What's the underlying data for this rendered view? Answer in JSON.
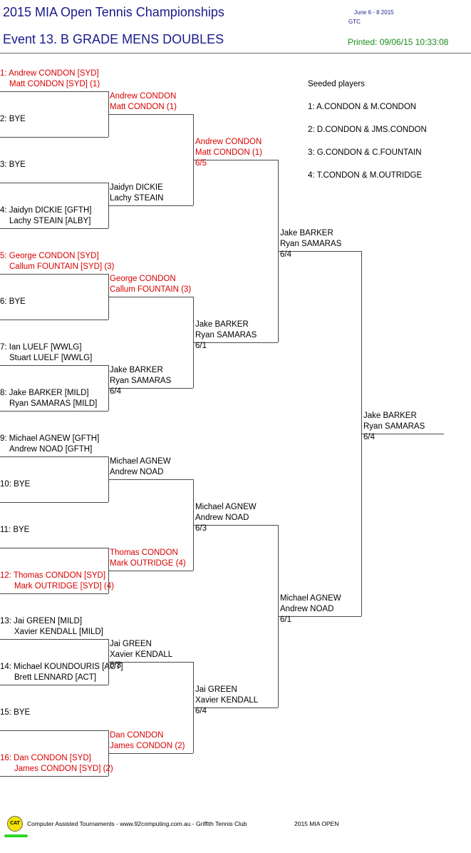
{
  "header": {
    "title": "2015 MIA Open Tennis Championships",
    "event": "Event 13. B GRADE MENS DOUBLES",
    "dates": "June 6 - 8  2015",
    "venue": "GTC",
    "printed": "Printed: 09/06/15 10:33:08"
  },
  "seeds": {
    "heading": "Seeded players",
    "items": [
      "1: A.CONDON & M.CONDON",
      "2: D.CONDON & JMS.CONDON",
      "3: G.CONDON & C.FOUNTAIN",
      "4: T.CONDON & M.OUTRIDGE"
    ]
  },
  "draw": [
    {
      "line1": "1: Andrew CONDON [SYD]",
      "line2": "Matt CONDON [SYD] (1)",
      "seeded": true
    },
    {
      "line1": "2: BYE",
      "line2": "",
      "seeded": false
    },
    {
      "line1": "3: BYE",
      "line2": "",
      "seeded": false
    },
    {
      "line1": "4: Jaidyn DICKIE [GFTH]",
      "line2": "Lachy STEAIN [ALBY]",
      "seeded": false
    },
    {
      "line1": "5: George CONDON [SYD]",
      "line2": "Callum FOUNTAIN [SYD] (3)",
      "seeded": true
    },
    {
      "line1": "6: BYE",
      "line2": "",
      "seeded": false
    },
    {
      "line1": "7: Ian LUELF [WWLG]",
      "line2": "Stuart LUELF [WWLG]",
      "seeded": false
    },
    {
      "line1": "8: Jake BARKER [MILD]",
      "line2": "Ryan SAMARAS [MILD]",
      "seeded": false
    },
    {
      "line1": "9: Michael AGNEW [GFTH]",
      "line2": "Andrew NOAD [GFTH]",
      "seeded": false
    },
    {
      "line1": "10: BYE",
      "line2": "",
      "seeded": false
    },
    {
      "line1": "11: BYE",
      "line2": "",
      "seeded": false
    },
    {
      "line1": "12: Thomas CONDON [SYD]",
      "line2": "Mark OUTRIDGE [SYD] (4)",
      "seeded": true
    },
    {
      "line1": "13: Jai GREEN [MILD]",
      "line2": "Xavier KENDALL [MILD]",
      "seeded": false
    },
    {
      "line1": "14: Michael KOUNDOURIS [ACT]",
      "line2": "Brett LENNARD [ACT]",
      "seeded": false
    },
    {
      "line1": "15: BYE",
      "line2": "",
      "seeded": false
    },
    {
      "line1": "16: Dan CONDON [SYD]",
      "line2": "James CONDON [SYD] (2)",
      "seeded": true
    }
  ],
  "round2": [
    {
      "line1": "Andrew CONDON",
      "line2": "Matt CONDON (1)",
      "score": "",
      "seeded": true
    },
    {
      "line1": "Jaidyn DICKIE",
      "line2": "Lachy STEAIN",
      "score": "",
      "seeded": false
    },
    {
      "line1": "George CONDON",
      "line2": "Callum FOUNTAIN (3)",
      "score": "",
      "seeded": true
    },
    {
      "line1": "Jake BARKER",
      "line2": "Ryan SAMARAS",
      "score": "6/4",
      "seeded": false
    },
    {
      "line1": "Michael AGNEW",
      "line2": "Andrew NOAD",
      "score": "",
      "seeded": false
    },
    {
      "line1": "Thomas CONDON",
      "line2": "Mark OUTRIDGE (4)",
      "score": "",
      "seeded": true
    },
    {
      "line1": "Jai GREEN",
      "line2": "Xavier KENDALL",
      "score": "6/3",
      "seeded": false
    },
    {
      "line1": "Dan CONDON",
      "line2": "James CONDON (2)",
      "score": "",
      "seeded": true
    }
  ],
  "quarterfinals": [
    {
      "line1": "Andrew CONDON",
      "line2": "Matt CONDON (1)",
      "score": "6/5",
      "seeded": true
    },
    {
      "line1": "Jake BARKER",
      "line2": "Ryan SAMARAS",
      "score": "6/1",
      "seeded": false
    },
    {
      "line1": "Michael AGNEW",
      "line2": "Andrew NOAD",
      "score": "6/3",
      "seeded": false
    },
    {
      "line1": "Jai GREEN",
      "line2": "Xavier KENDALL",
      "score": "6/4",
      "seeded": false
    }
  ],
  "semifinals": [
    {
      "line1": "Jake BARKER",
      "line2": "Ryan SAMARAS",
      "score": "6/4",
      "seeded": false
    },
    {
      "line1": "Michael AGNEW",
      "line2": "Andrew NOAD",
      "score": "6/1",
      "seeded": false
    }
  ],
  "final": {
    "line1": "Jake BARKER",
    "line2": "Ryan SAMARAS",
    "score": "6/4",
    "seeded": false
  },
  "footer": {
    "logo_text": "CAT",
    "credits": "Computer Assisted Tournaments - www.92computing.com.au -  Griffith Tennis Club",
    "event_name": "2015 MIA OPEN"
  }
}
